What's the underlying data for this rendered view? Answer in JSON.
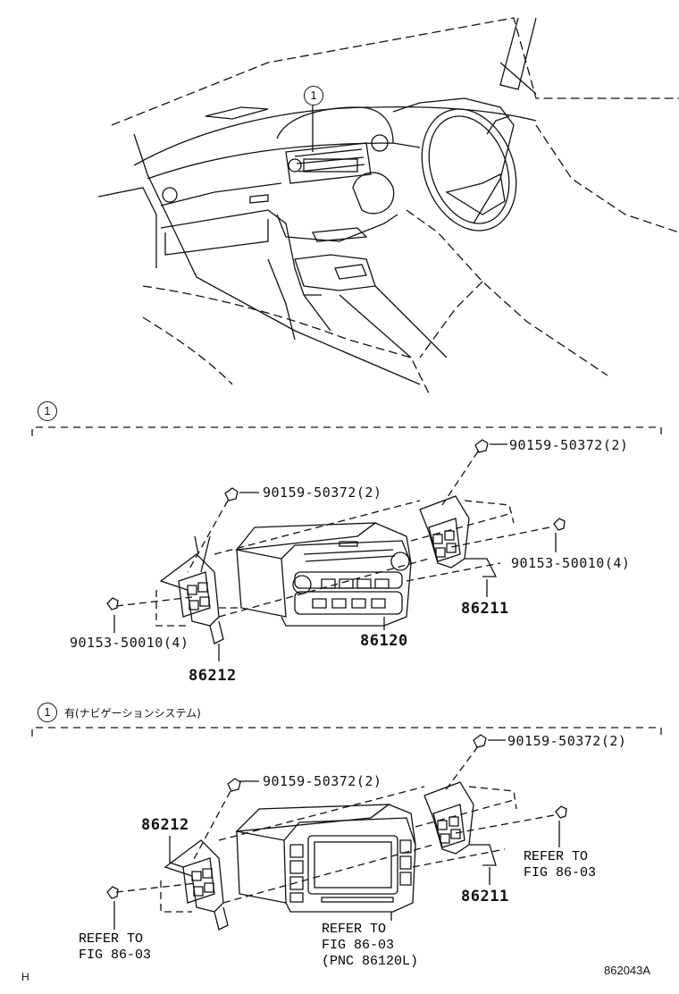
{
  "overview": {
    "callout": "1"
  },
  "section1": {
    "callout": "1",
    "title": "",
    "labels": {
      "bolt_right_top": "90159-50372(2)",
      "bolt_left_top": "90159-50372(2)",
      "screw_right": "90153-50010(4)",
      "bracket_right": "86211",
      "screw_left": "90153-50010(4)",
      "unit": "86120",
      "bracket_left": "86212"
    }
  },
  "section2": {
    "callout": "1",
    "title": "有(ナビゲーションシステム)",
    "labels": {
      "bolt_right_top": "90159-50372(2)",
      "bolt_left_top": "90159-50372(2)",
      "bracket_left": "86212",
      "screw_right_ref": "REFER TO\nFIG 86-03",
      "bracket_right": "86211",
      "screw_left_ref": "REFER TO\nFIG 86-03",
      "unit_ref": "REFER TO\nFIG 86-03\n(PNC 86120L)"
    }
  },
  "footer": {
    "left_mark": "H",
    "figure_code": "862043A"
  }
}
